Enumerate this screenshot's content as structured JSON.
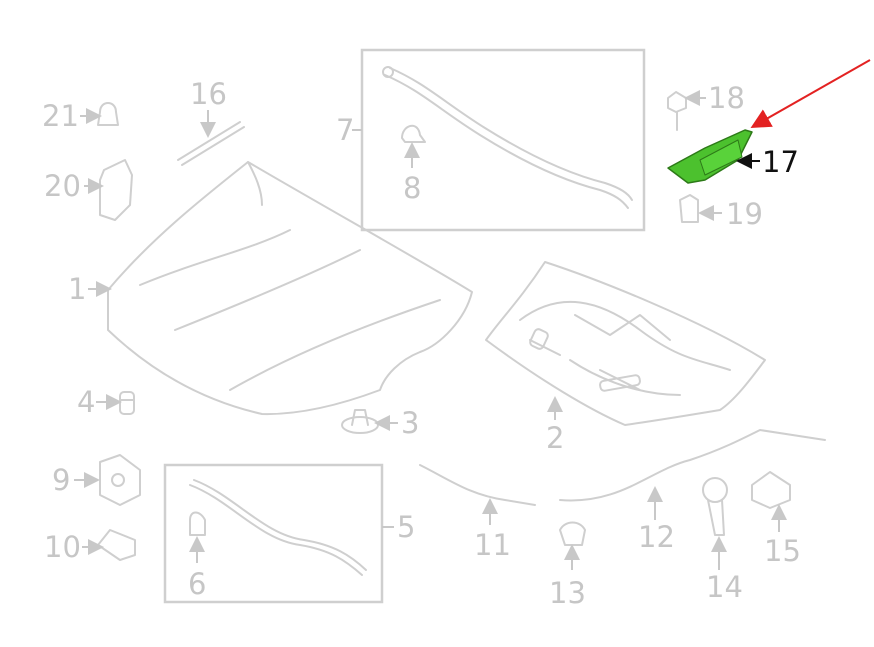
{
  "callouts": {
    "c1": "1",
    "c2": "2",
    "c3": "3",
    "c4": "4",
    "c5": "5",
    "c6": "6",
    "c7": "7",
    "c8": "8",
    "c9": "9",
    "c10": "10",
    "c11": "11",
    "c12": "12",
    "c13": "13",
    "c14": "14",
    "c15": "15",
    "c16": "16",
    "c17": "17",
    "c18": "18",
    "c19": "19",
    "c20": "20",
    "c21": "21"
  },
  "highlight": {
    "part_callout": "17",
    "part_color": "#4cc12e",
    "pointer_color": "#e32222"
  },
  "colors": {
    "inactive": "#c6c6c6",
    "active_label": "#111111"
  }
}
